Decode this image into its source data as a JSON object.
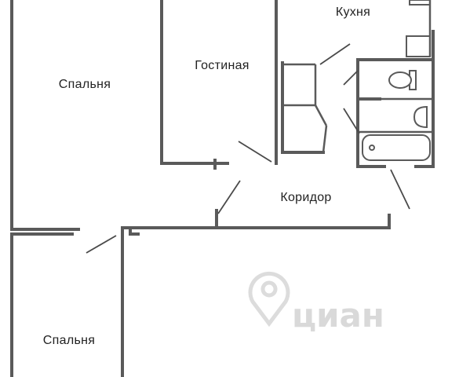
{
  "rooms": {
    "bedroom_top": "Спальня",
    "living_room": "Гостиная",
    "kitchen": "Кухня",
    "corridor": "Коридор",
    "bedroom_bottom": "Спальня"
  },
  "watermark": {
    "text": "циан",
    "color": "#d9d9d9"
  },
  "colors": {
    "walls": "#5a5a5a",
    "text": "#222222",
    "background": "#ffffff"
  }
}
